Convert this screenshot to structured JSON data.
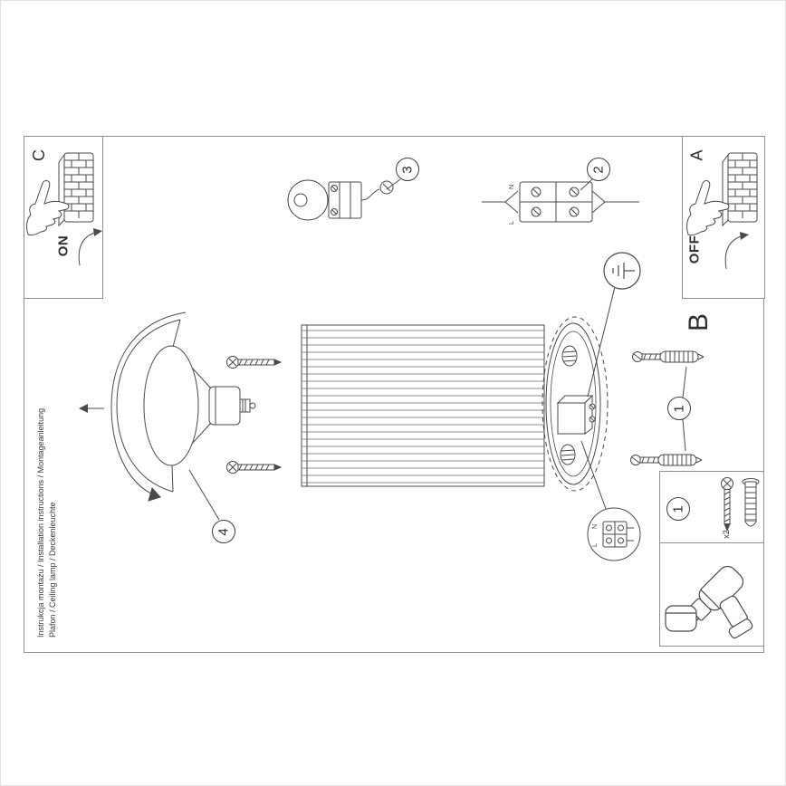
{
  "side_text": {
    "line1": "Instrukcja montażu / Installation instructions / Montageanleitung",
    "line2": "Plafon / Ceiling lamp / Deckenleuchte"
  },
  "switch_panels": {
    "c": {
      "label": "C",
      "state": "ON"
    },
    "a": {
      "label": "A",
      "state": "OFF"
    }
  },
  "section_label": "B",
  "step_markers": {
    "step1": "1",
    "step2": "2",
    "step3": "3",
    "step4": "4"
  },
  "parts_box": {
    "step": "1",
    "quantity": "x2"
  },
  "wiring_labels": {
    "live": "L",
    "neutral": "N"
  },
  "colors": {
    "line": "#4a4a4a",
    "frame": "#8f8f8f",
    "text": "#333333"
  }
}
